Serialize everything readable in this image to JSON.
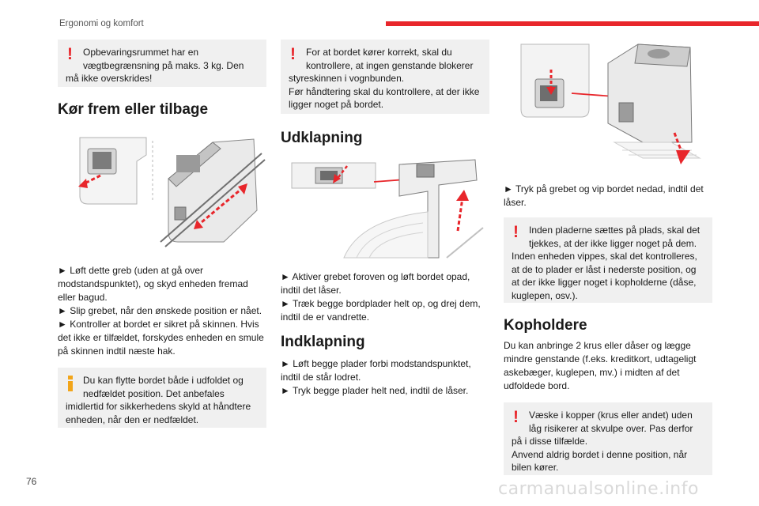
{
  "header": {
    "title": "Ergonomi og komfort",
    "accent_color": "#e8262b"
  },
  "page_number": "76",
  "col1": {
    "warning1": {
      "line1": "Opbevaringsrummet har en",
      "line2": "vægtbegrænsning på maks. 3 kg. Den",
      "line3": "må ikke overskrides!"
    },
    "heading": "Kør frem eller tilbage",
    "steps": [
      "► Løft dette greb (uden at gå over",
      "modstandspunktet), og skyd enheden fremad",
      "eller bagud.",
      "► Slip grebet, når den ønskede position er nået.",
      "► Kontroller at bordet er sikret på skinnen. Hvis",
      "det ikke er tilfældet, forskydes enheden en smule",
      "på skinnen indtil næste hak."
    ],
    "info": {
      "line1": "Du kan flytte bordet både i udfoldet og",
      "line2": "nedfældet position. Det anbefales",
      "line3": "imidlertid for sikkerhedens skyld at håndtere",
      "line4": "enheden, når den er nedfældet."
    }
  },
  "col2": {
    "warning": {
      "line1": "For at bordet kører korrekt, skal du",
      "line2": "kontrollere, at ingen genstande blokerer",
      "line3": "styreskinnen i vognbunden.",
      "line4": "Før håndtering skal du kontrollere, at der ikke",
      "line5": "ligger noget på bordet."
    },
    "heading1": "Udklapning",
    "steps1": [
      "► Aktiver grebet foroven og løft bordet opad,",
      "indtil det låser.",
      "► Træk begge bordplader helt op, og drej dem,",
      "indtil de er vandrette."
    ],
    "heading2": "Indklapning",
    "steps2": [
      "► Løft begge plader forbi modstandspunktet,",
      "indtil de står lodret.",
      "► Tryk begge plader helt ned, indtil de låser."
    ]
  },
  "col3": {
    "steps": [
      "► Tryk på grebet og vip bordet nedad, indtil det",
      "låser."
    ],
    "warning1": {
      "line1": "Inden pladerne sættes på plads, skal det",
      "line2": "tjekkes, at der ikke ligger noget på dem.",
      "line3": "Inden enheden vippes, skal det kontrolleres,",
      "line4": "at de to plader er låst i nederste position, og",
      "line5": "at der ikke ligger noget i kopholderne (dåse,",
      "line6": "kuglepen, osv.)."
    },
    "heading": "Kopholdere",
    "body": [
      "Du kan anbringe 2 krus eller dåser og lægge",
      "mindre genstande (f.eks. kreditkort, udtageligt",
      "askebæger, kuglepen, mv.) i midten af det",
      "udfoldede bord."
    ],
    "warning2": {
      "line1": "Væske i kopper (krus eller andet) uden",
      "line2": "låg risikerer at skvulpe over. Pas derfor",
      "line3": "på i disse tilfælde.",
      "line4": "Anvend aldrig bordet i denne position, når",
      "line5": "bilen kører."
    }
  },
  "watermark": "carmanualsonline.info"
}
